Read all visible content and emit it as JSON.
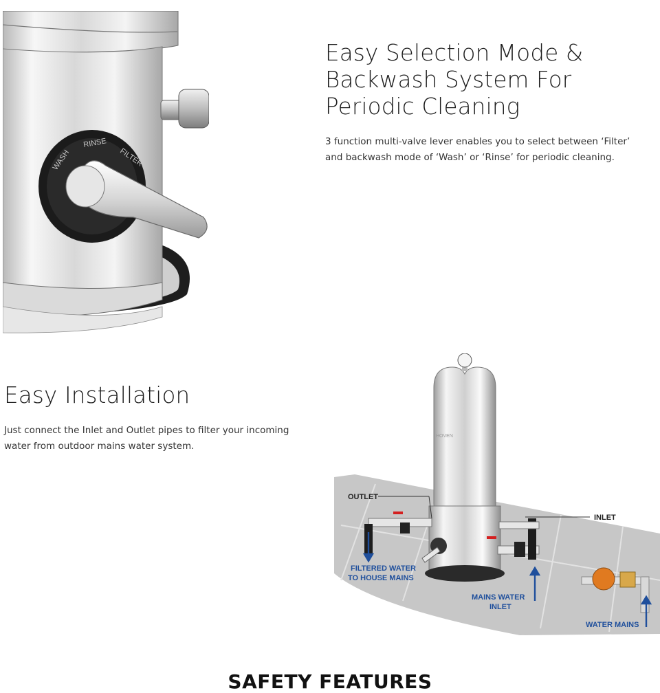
{
  "feature_valve": {
    "heading": "Easy Selection Mode & Backwash System For Periodic Cleaning",
    "description": "3 function multi-valve lever enables you to select between ‘Filter’ and backwash mode of ‘Wash’ or ‘Rinse’ for periodic cleaning.",
    "valve_labels": {
      "wash": "WASH",
      "rinse": "RINSE",
      "filter": "FILTER"
    }
  },
  "feature_install": {
    "heading": "Easy Installation",
    "description": "Just connect the Inlet and Outlet pipes to filter your incoming water from outdoor mains water system.",
    "diagram_labels": {
      "outlet": "OUTLET",
      "inlet": "INLET",
      "filtered_line1": "FILTERED WATER",
      "filtered_line2": "TO HOUSE MAINS",
      "mains_inlet_line1": "MAINS WATER",
      "mains_inlet_line2": "INLET",
      "water_mains": "WATER MAINS"
    },
    "brand_mark": "HOVEN"
  },
  "safety": {
    "heading": "SAFETY FEATURES"
  },
  "colors": {
    "label_blue": "#1f4f9c",
    "steel_light": "#f2f2f2",
    "steel_dark": "#8a8a8a",
    "valve_handle_red": "#d42020",
    "meter_orange": "#e07a20",
    "floor_grey": "#c9c9c9"
  }
}
